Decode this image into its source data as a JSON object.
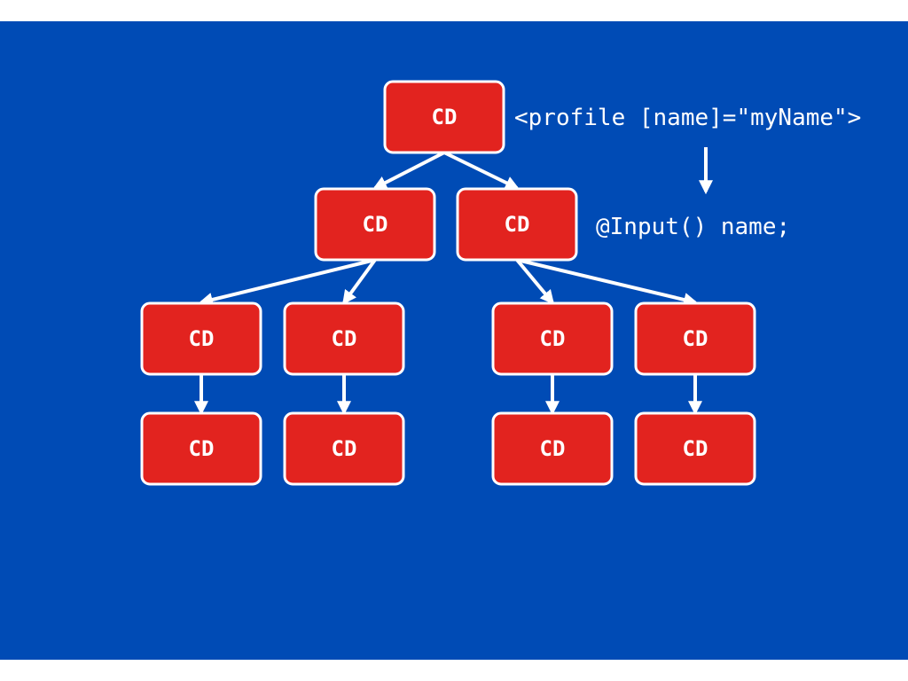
{
  "colors": {
    "background": "#004bb5",
    "node_fill": "#e2231f",
    "node_border": "#ffffff",
    "text": "#ffffff"
  },
  "node_label": "CD",
  "nodes": [
    {
      "id": "root",
      "label": "CD"
    },
    {
      "id": "l1-left",
      "label": "CD"
    },
    {
      "id": "l1-right",
      "label": "CD"
    },
    {
      "id": "l2-a",
      "label": "CD"
    },
    {
      "id": "l2-b",
      "label": "CD"
    },
    {
      "id": "l2-c",
      "label": "CD"
    },
    {
      "id": "l2-d",
      "label": "CD"
    },
    {
      "id": "l3-a",
      "label": "CD"
    },
    {
      "id": "l3-b",
      "label": "CD"
    },
    {
      "id": "l3-c",
      "label": "CD"
    },
    {
      "id": "l3-d",
      "label": "CD"
    }
  ],
  "edges": [
    {
      "from": "root",
      "to": "l1-left"
    },
    {
      "from": "root",
      "to": "l1-right"
    },
    {
      "from": "l1-left",
      "to": "l2-a"
    },
    {
      "from": "l1-left",
      "to": "l2-b"
    },
    {
      "from": "l1-right",
      "to": "l2-c"
    },
    {
      "from": "l1-right",
      "to": "l2-d"
    },
    {
      "from": "l2-a",
      "to": "l3-a"
    },
    {
      "from": "l2-b",
      "to": "l3-b"
    },
    {
      "from": "l2-c",
      "to": "l3-c"
    },
    {
      "from": "l2-d",
      "to": "l3-d"
    }
  ],
  "annotations": {
    "template_code": "<profile [name]=\"myName\">",
    "input_code": "@Input() name;"
  }
}
